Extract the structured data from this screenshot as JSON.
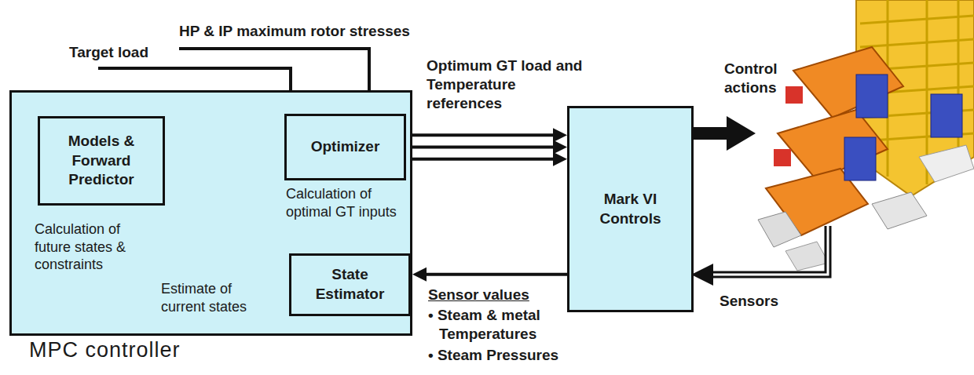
{
  "diagram": {
    "nodes": [
      {
        "text": [
          "MPC controller"
        ]
      },
      {
        "text": [
          "Models & Forward Predictor"
        ],
        "in": 0
      },
      {
        "text": [
          "Optimizer"
        ],
        "in": 0
      },
      {
        "text": [
          "State Estimator"
        ],
        "in": 0
      },
      {
        "text": [
          "Mark VI Controls"
        ]
      }
    ],
    "edges": [
      {
        "from": 1,
        "to": 2,
        "arrow": "both"
      },
      {
        "from": 3,
        "to": 1,
        "arrow": "to"
      },
      {
        "from": 2,
        "to": 4,
        "arrow": "to",
        "label": "Optimum GT load and Temperature references"
      },
      {
        "from": 2,
        "to": 4,
        "arrow": "to"
      },
      {
        "from": 2,
        "to": 4,
        "arrow": "to"
      },
      {
        "from": 4,
        "to": 0,
        "arrow": "to"
      }
    ],
    "labels": [
      "Target load",
      "HP & IP maximum rotor stresses",
      "Calculation of future states & constraints",
      "Calculation of optimal GT inputs",
      "Estimate of current states",
      "Control actions",
      "Sensors",
      "Sensor values",
      "• Steam & metal Temperatures",
      "• Steam Pressures"
    ]
  }
}
